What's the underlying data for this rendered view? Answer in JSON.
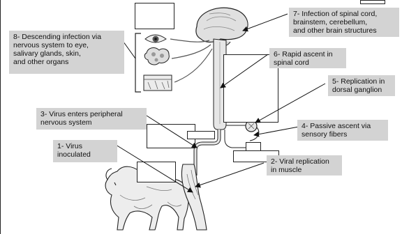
{
  "diagram": {
    "labels": {
      "step1": "1- Virus\n    inoculated",
      "step2": "2- Viral replication\n    in muscle",
      "step3": "3- Virus enters peripheral\n    nervous system",
      "step4": "4- Passive ascent via\n    sensory fibers",
      "step5": "5- Replication in\n    dorsal ganglion",
      "step6": "6- Rapid ascent in\n    spinal cord",
      "step7": "7- Infection of spinal cord,\n    brainstem, cerebellum,\n    and other brain structures",
      "step8": "8- Descending infection via\n    nervous system to eye,\n    salivary glands, skin,\n    and other organs"
    },
    "colors": {
      "label_fill": "#d3d3d3",
      "nerve_fill": "#e6e6e6",
      "outline": "#222222",
      "brain_fill": "#e0e0e0"
    },
    "icons": [
      "eye-icon",
      "salivary-gland-icon",
      "skin-icon",
      "brain-icon",
      "dog-illustration",
      "leg-muscle-icon",
      "dorsal-ganglion-icon"
    ]
  }
}
